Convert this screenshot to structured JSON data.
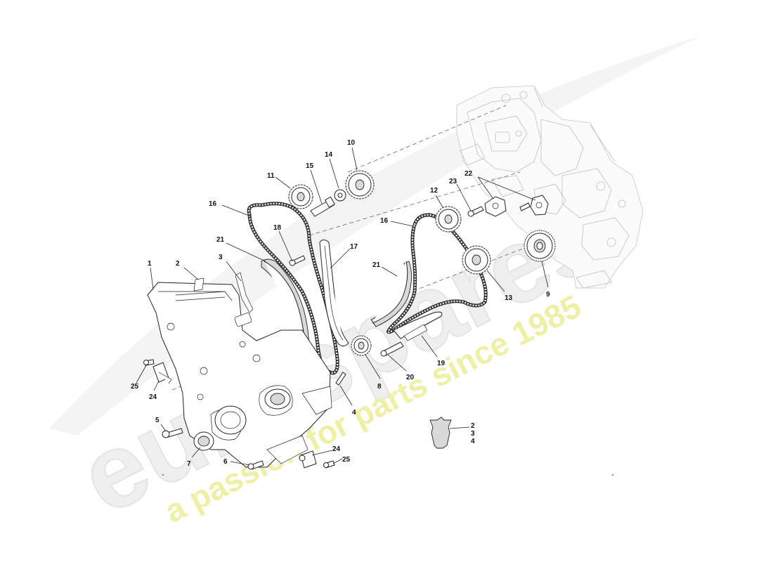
{
  "watermark": {
    "brand": "eurospares",
    "tagline": "a passion for parts since 1985",
    "tagline_color": "#eef0a6",
    "brand_color": "#efefef"
  },
  "callouts": {
    "c1": "1",
    "c2": "2",
    "c3": "3",
    "c4": "4",
    "c5": "5",
    "c6": "6",
    "c7": "7",
    "c8": "8",
    "c9": "9",
    "c10": "10",
    "c11": "11",
    "c12": "12",
    "c13": "13",
    "c14": "14",
    "c15": "15",
    "c16a": "16",
    "c16b": "16",
    "c17": "17",
    "c18": "18",
    "c19": "19",
    "c20": "20",
    "c21a": "21",
    "c21b": "21",
    "c22": "22",
    "c23": "23",
    "c24a": "24",
    "c24b": "24",
    "c25a": "25",
    "c25b": "25",
    "inset_a": "2",
    "inset_b": "3",
    "inset_c": "4"
  }
}
